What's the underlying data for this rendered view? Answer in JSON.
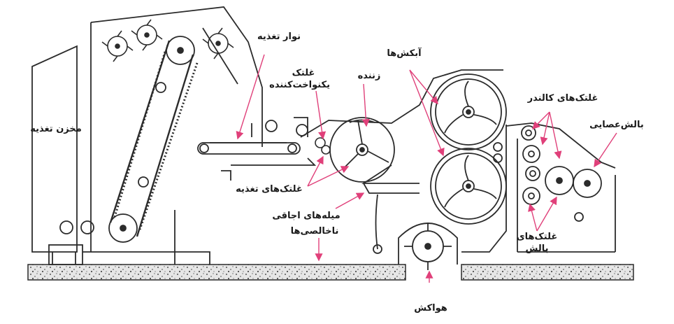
{
  "labels": {
    "feed_storage": "مخزن تغذیه",
    "feed_belt": "نوار تغذیه",
    "leveling_roller": "غلتک یکنواخت‌کننده",
    "beater": "زننده",
    "air_suckers": "آبکش‌ها",
    "calender_rollers": "غلتک‌های کالندر",
    "pulp_pillow": "بالش‌عصایی",
    "feed_rollers": "غلتک‌های تغذیه",
    "grate_bars": "میله‌های اجاقی",
    "impurities": "ناخالصی‌ها",
    "pillow_rollers": "غلتک‌های بالش",
    "exhaust": "هواکش"
  },
  "colors": {
    "line": "#2b2b2b",
    "arrow": "#e0407a",
    "floor_fill": "#dcdcdc"
  }
}
